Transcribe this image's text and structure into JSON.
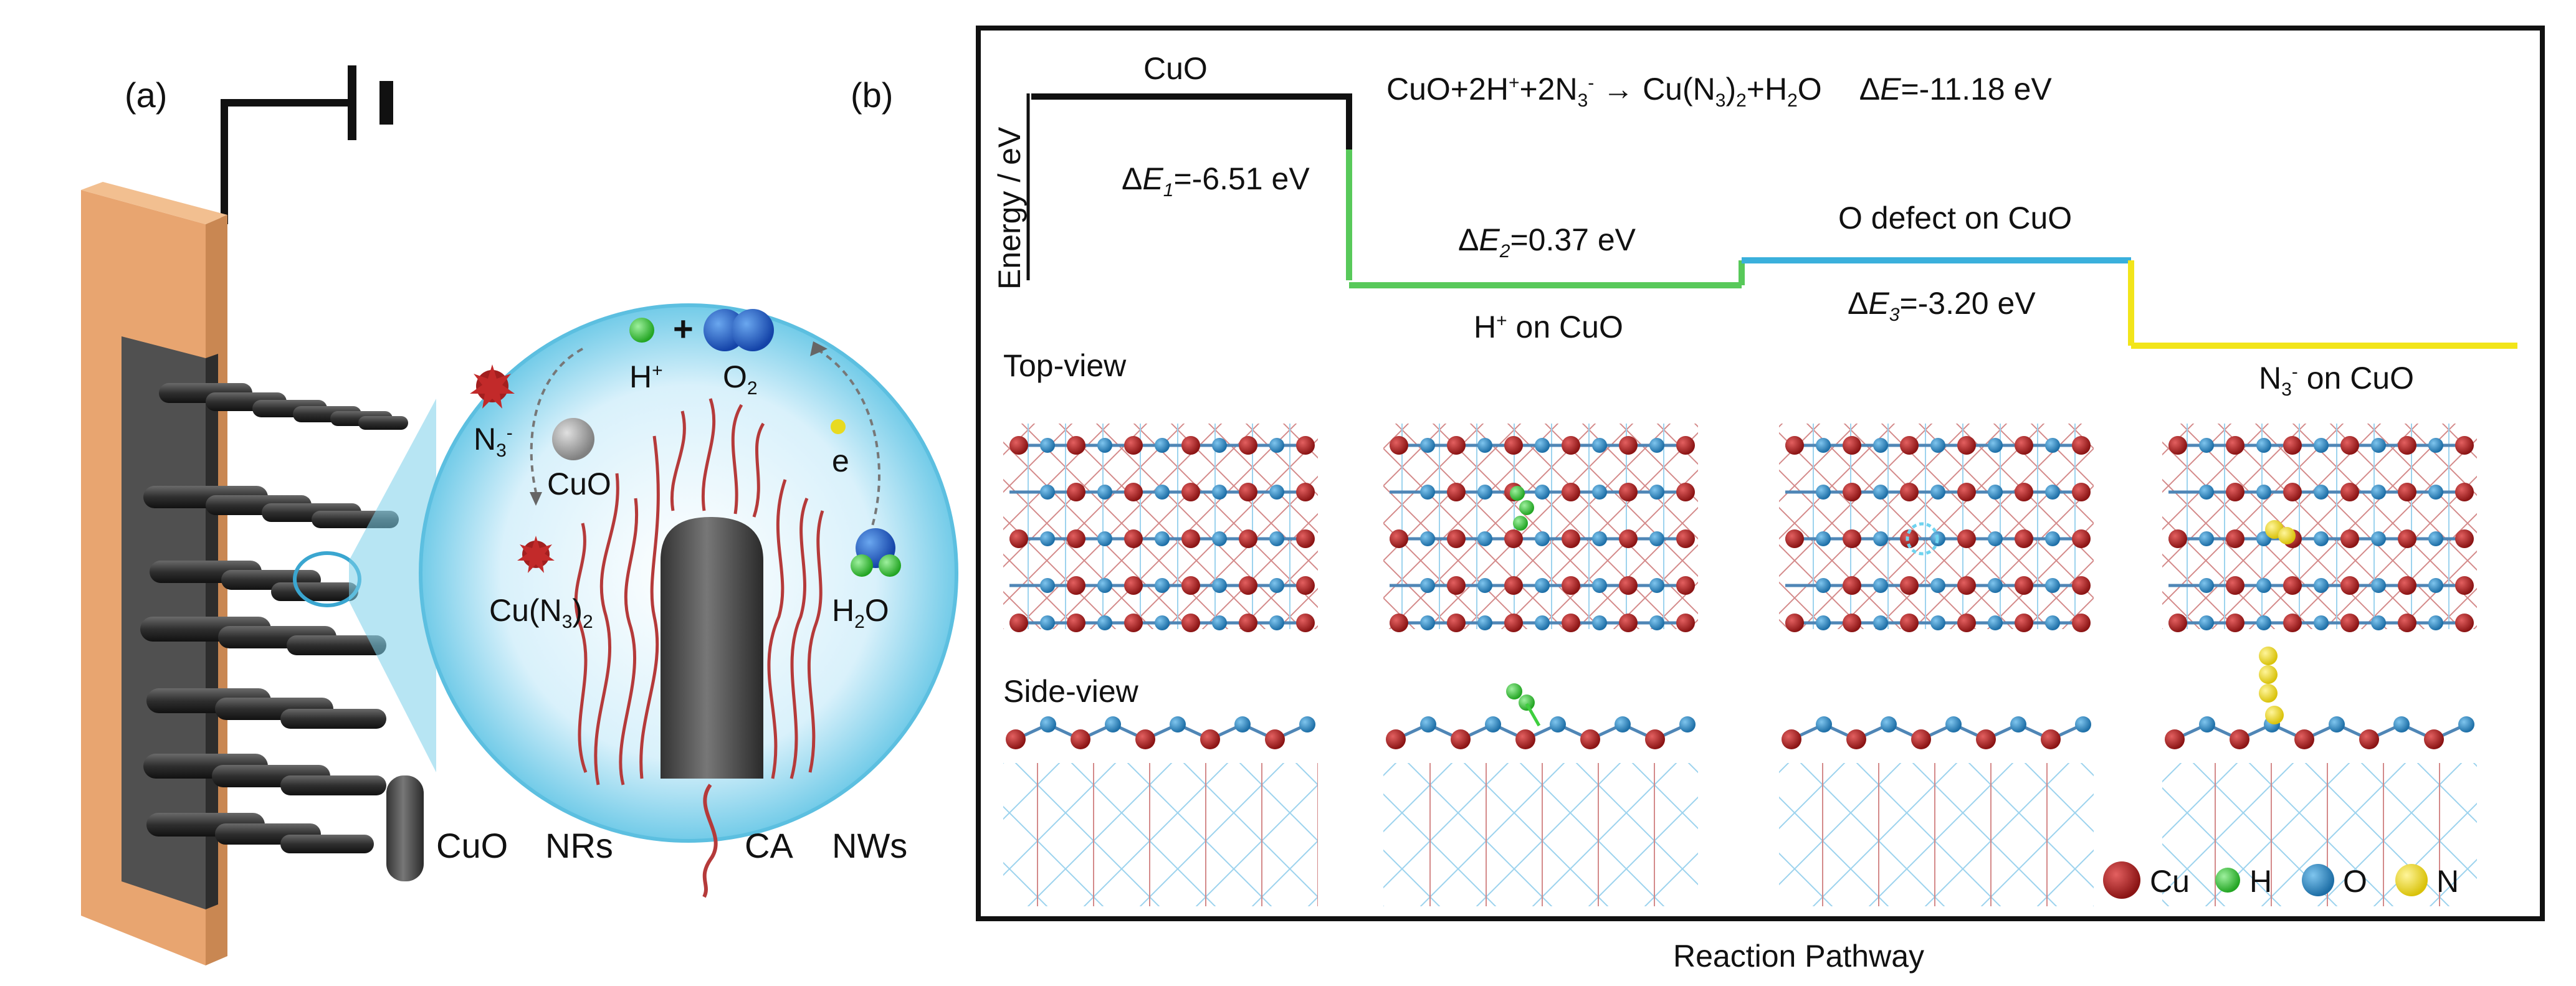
{
  "panel_a": {
    "label": "(a)",
    "species": {
      "h_plus": "H",
      "h_plus_sup": "+",
      "plus_sign": "+",
      "o2": "O",
      "o2_sub": "2",
      "n3": "N",
      "n3_sub": "3",
      "n3_sup": "-",
      "cuo": "CuO",
      "electron": "e",
      "h2o_a": "H",
      "h2o_sub": "2",
      "h2o_b": "O",
      "cun3_a": "Cu(N",
      "cun3_sub": "3",
      "cun3_b": ")",
      "cun3_sub2": "2"
    },
    "legend": {
      "cuo": "CuO",
      "nrs": "NRs",
      "ca": "CA",
      "nws": "NWs"
    }
  },
  "panel_b": {
    "label": "(b)",
    "y_axis_label": "Energy / eV",
    "x_axis_label": "Reaction Pathway",
    "states": {
      "cuo": "CuO",
      "h_on_cuo": "H",
      "h_on_cuo_sup": "+",
      "h_on_cuo_rest": " on CuO",
      "o_defect": "O defect on CuO",
      "n3_on_cuo": "N",
      "n3_on_cuo_sub": "3",
      "n3_on_cuo_sup": "-",
      "n3_on_cuo_rest": " on CuO"
    },
    "reaction": {
      "text1": "CuO+2H",
      "sup1": "+",
      "text2": "+2N",
      "sub2": "3",
      "sup2": "-",
      "arrow": " → ",
      "text3": "Cu(N",
      "sub3": "3",
      "text4": ")",
      "sub4": "2",
      "text5": "+H",
      "sub5": "2",
      "text6": "O",
      "delta": "Δ",
      "e": "E",
      "value": "=-11.18 eV"
    },
    "steps": [
      {
        "delta": "Δ",
        "e": "E",
        "sub": "1",
        "value": "=-6.51 eV"
      },
      {
        "delta": "Δ",
        "e": "E",
        "sub": "2",
        "value": "=0.37 eV"
      },
      {
        "delta": "Δ",
        "e": "E",
        "sub": "3",
        "value": "=-3.20 eV"
      }
    ],
    "views": {
      "top": "Top-view",
      "side": "Side-view"
    },
    "atom_legend": [
      "Cu",
      "H",
      "O",
      "N"
    ],
    "colors": {
      "cu": "#a51d1d",
      "h": "#3ecf3e",
      "o": "#2f8ccc",
      "n": "#f2e01e",
      "pathway_green": "#58c95a",
      "pathway_blue": "#3ab0dc",
      "pathway_yellow": "#f2e51a"
    }
  }
}
